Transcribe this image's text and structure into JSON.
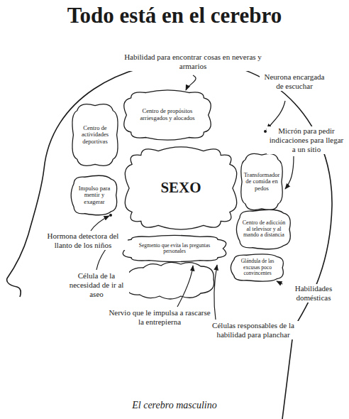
{
  "diagram": {
    "title": "Todo está en el cerebro",
    "caption": "El cerebro masculino",
    "nodes": [
      {
        "text": [
          "Centro de propósitos arriesgados y alocados"
        ]
      },
      {
        "text": [
          "Centro de actividades deportivas"
        ]
      },
      {
        "text": [
          "SEXO"
        ]
      },
      {
        "text": [
          "Transformador de comida en pedos"
        ]
      },
      {
        "text": [
          "Impulso para mentir y exagerar"
        ]
      },
      {
        "text": [
          "Centro de adicción al televisor y al mando a distancia"
        ]
      },
      {
        "text": [
          "Segmento que evita las preguntas personales"
        ]
      },
      {
        "text": [
          "Glándula de las excusas poco convincentes"
        ]
      }
    ],
    "labels": [
      "Habilidad para encontrar cosas en neveras y armarios",
      "Neurona encargada de escuchar",
      "Micrón para pedir indicaciones para llegar a un sitio",
      "Hormona detectora del llanto de los niños",
      "Célula de la necesidad de ir al aseo",
      "Nervio que le impulsa a rascarse la entrepierna",
      "Habilidades domésticas",
      "Células responsables de la habilidad para planchar"
    ]
  }
}
